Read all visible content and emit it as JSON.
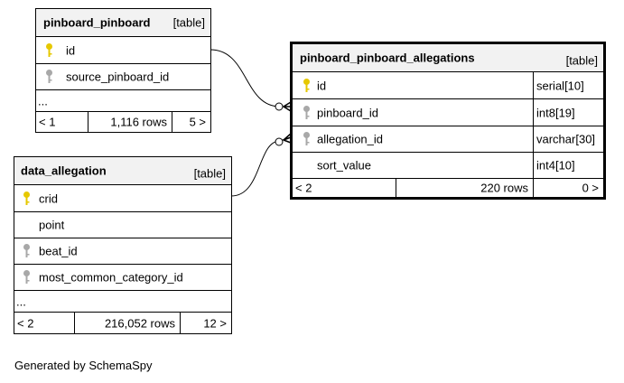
{
  "tables": {
    "pinboard_pinboard": {
      "name": "pinboard_pinboard",
      "kind": "[table]",
      "columns": [
        {
          "name": "id",
          "key": "primary"
        },
        {
          "name": "source_pinboard_id",
          "key": "foreign"
        }
      ],
      "more": "...",
      "nav": {
        "prev": "< 1",
        "rows": "1,116 rows",
        "next": "5 >"
      }
    },
    "pinboard_pinboard_allegations": {
      "name": "pinboard_pinboard_allegations",
      "kind": "[table]",
      "columns": [
        {
          "name": "id",
          "type": "serial[10]",
          "key": "primary"
        },
        {
          "name": "pinboard_id",
          "type": "int8[19]",
          "key": "foreign"
        },
        {
          "name": "allegation_id",
          "type": "varchar[30]",
          "key": "foreign"
        },
        {
          "name": "sort_value",
          "type": "int4[10]",
          "key": "none"
        }
      ],
      "nav": {
        "prev": "< 2",
        "rows": "220 rows",
        "next": "0 >"
      }
    },
    "data_allegation": {
      "name": "data_allegation",
      "kind": "[table]",
      "columns": [
        {
          "name": "crid",
          "key": "primary"
        },
        {
          "name": "point",
          "key": "none"
        },
        {
          "name": "beat_id",
          "key": "foreign"
        },
        {
          "name": "most_common_category_id",
          "key": "foreign"
        }
      ],
      "more": "...",
      "nav": {
        "prev": "< 2",
        "rows": "216,052 rows",
        "next": "12 >"
      }
    }
  },
  "colors": {
    "primary_key": "#e6c800",
    "foreign_key": "#a8a8a8",
    "header_bg": "#f2f2f2"
  },
  "footer": "Generated by SchemaSpy"
}
